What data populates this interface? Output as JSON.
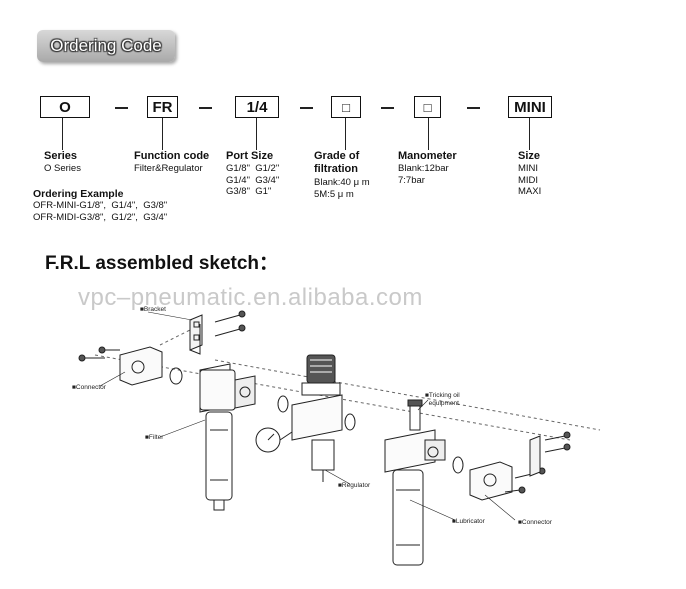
{
  "heading": "Ordering Code",
  "codes": [
    {
      "text": "O"
    },
    {
      "text": "FR"
    },
    {
      "text": "1/4"
    },
    {
      "text": "□"
    },
    {
      "text": "□"
    },
    {
      "text": "MINI"
    }
  ],
  "fields": {
    "series": {
      "title": "Series",
      "desc": "O Series"
    },
    "function": {
      "title": "Function code",
      "desc": "Filter&Regulator"
    },
    "port": {
      "title": "Port Size",
      "desc": "G1/8\"  G1/2\"\nG1/4\"  G3/4\"\nG3/8\"  G1\""
    },
    "grade": {
      "title": "Grade of\nfiltration",
      "desc": "Blank:40 μ m\n5M:5 μ m"
    },
    "manometer": {
      "title": "Manometer",
      "desc": "Blank:12bar\n7:7bar"
    },
    "size": {
      "title": "Size",
      "desc": "MINI\nMIDI\nMAXI"
    }
  },
  "example": {
    "title": "Ordering Example",
    "lines": "OFR-MINI-G1/8\",  G1/4\",  G3/8\"\nOFR-MIDI-G3/8\",  G1/2\",  G3/4\""
  },
  "sketch_title": "F.R.L assembled sketch：",
  "watermark": "vpc–pneumatic.en.alibaba.com",
  "parts": {
    "bracket": "■Bracket",
    "connector_left": "■Connector",
    "filter": "■Filter",
    "regulator": "■Regulator",
    "tricking_oil": "■Tricking oil\n  equipment",
    "lubricator": "■Lubricator",
    "connector_right": "■Connector"
  }
}
